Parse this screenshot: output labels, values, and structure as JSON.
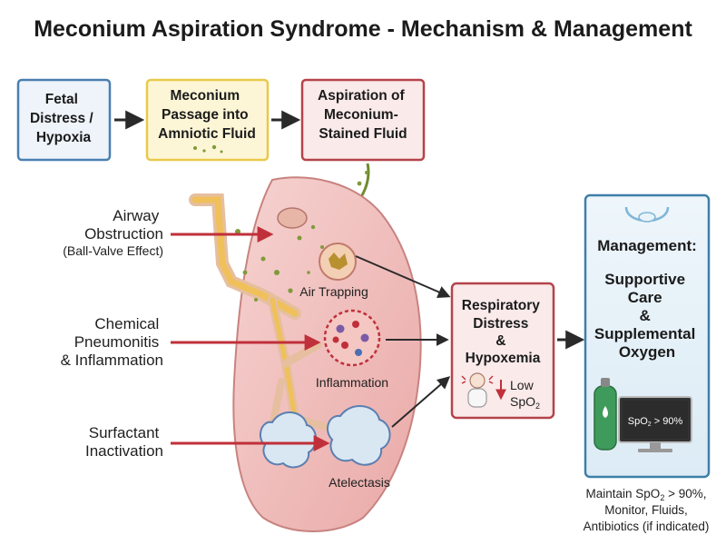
{
  "title": "Meconium Aspiration Syndrome - Mechanism & Management",
  "flow_boxes": {
    "fetal": [
      "Fetal",
      "Distress /",
      "Hypoxia"
    ],
    "meconium": [
      "Meconium",
      "Passage into",
      "Amniotic Fluid"
    ],
    "aspiration": [
      "Aspiration of",
      "Meconium-",
      "Stained Fluid"
    ]
  },
  "mechanisms": {
    "airway": [
      "Airway",
      "Obstruction"
    ],
    "airway_sub": "(Ball-Valve Effect)",
    "chemical": [
      "Chemical",
      "Pneumonitis",
      "& Inflammation"
    ],
    "surfactant": [
      "Surfactant",
      "Inactivation"
    ]
  },
  "lung_labels": {
    "air_trapping": "Air Trapping",
    "inflammation": "Inflammation",
    "atelectasis": "Atelectasis"
  },
  "outcome": {
    "lines": [
      "Respiratory",
      "Distress",
      "&",
      "Hypoxemia"
    ],
    "low": "Low",
    "spo2": "SpO",
    "spo2_sub": "2"
  },
  "management": {
    "heading": "Management:",
    "lines": [
      "Supportive",
      "Care",
      "&",
      "Supplemental",
      "Oxygen"
    ],
    "monitor_prefix": "SpO",
    "monitor_sub": "2",
    "monitor_suffix": " > 90%"
  },
  "note": {
    "line1_prefix": "Maintain SpO",
    "line1_sub": "2",
    "line1_suffix": " > 90%,",
    "line2": "Monitor, Fluids,",
    "line3": "Antibiotics (if indicated)"
  },
  "colors": {
    "blue": "#4a7fb0",
    "yellow": "#e8c94a",
    "red": "#b5434a",
    "mgmt_border": "#3e7fa8",
    "arrow": "#2a2a2a",
    "red_arrow": "#c0303a",
    "lung": "#f2c4c3",
    "meconium": "#7f9a3a"
  }
}
